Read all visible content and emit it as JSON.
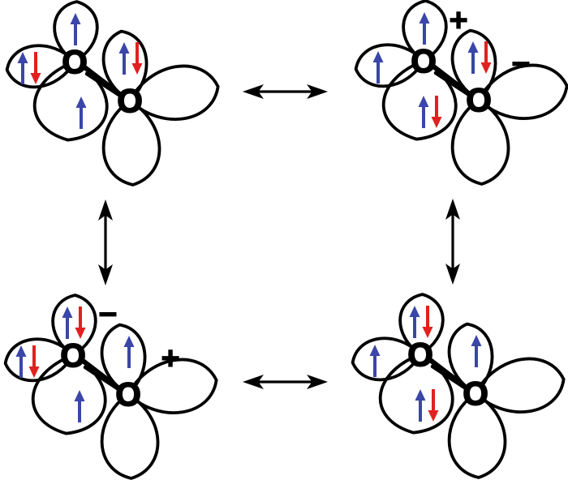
{
  "colors": {
    "outline": "#000000",
    "spin_up_arrow": "#3A46A8",
    "spin_down_arrow": "#E0211F",
    "background": "#FFFFFF"
  },
  "structures": [
    {
      "id": "top-left",
      "atom_labels": [
        "O",
        "O"
      ],
      "charges": {
        "top": "",
        "right": ""
      },
      "orbitals": {
        "o1_top": "single-up",
        "o1_left": "paired",
        "o1_bottom": "single-up",
        "o2_top": "paired",
        "o2_right": "empty",
        "o2_bottom": "empty"
      }
    },
    {
      "id": "top-right",
      "atom_labels": [
        "O",
        "O"
      ],
      "charges": {
        "top": "+",
        "right": "−"
      },
      "orbitals": {
        "o1_top": "single-up",
        "o1_left": "single-up",
        "o1_bottom": "paired",
        "o2_top": "paired",
        "o2_right": "empty",
        "o2_bottom": "empty"
      }
    },
    {
      "id": "bottom-left",
      "atom_labels": [
        "O",
        "O"
      ],
      "charges": {
        "top": "−",
        "right": "+"
      },
      "orbitals": {
        "o1_top": "paired",
        "o1_left": "paired",
        "o1_bottom": "single-up",
        "o2_top": "single-up",
        "o2_right": "empty",
        "o2_bottom": "empty"
      }
    },
    {
      "id": "bottom-right",
      "atom_labels": [
        "O",
        "O"
      ],
      "charges": {
        "top": "",
        "right": ""
      },
      "orbitals": {
        "o1_top": "paired",
        "o1_left": "single-up",
        "o1_bottom": "paired",
        "o2_top": "single-up",
        "o2_right": "empty",
        "o2_bottom": "empty"
      }
    }
  ],
  "bond": {
    "type": "double",
    "between": [
      "O",
      "O"
    ]
  },
  "resonance_arrows": [
    {
      "id": "top-horizontal",
      "between": [
        "top-left",
        "top-right"
      ]
    },
    {
      "id": "left-vertical",
      "between": [
        "top-left",
        "bottom-left"
      ]
    },
    {
      "id": "right-vertical",
      "between": [
        "top-right",
        "bottom-right"
      ]
    },
    {
      "id": "bottom-horizontal",
      "between": [
        "bottom-left",
        "bottom-right"
      ]
    }
  ]
}
